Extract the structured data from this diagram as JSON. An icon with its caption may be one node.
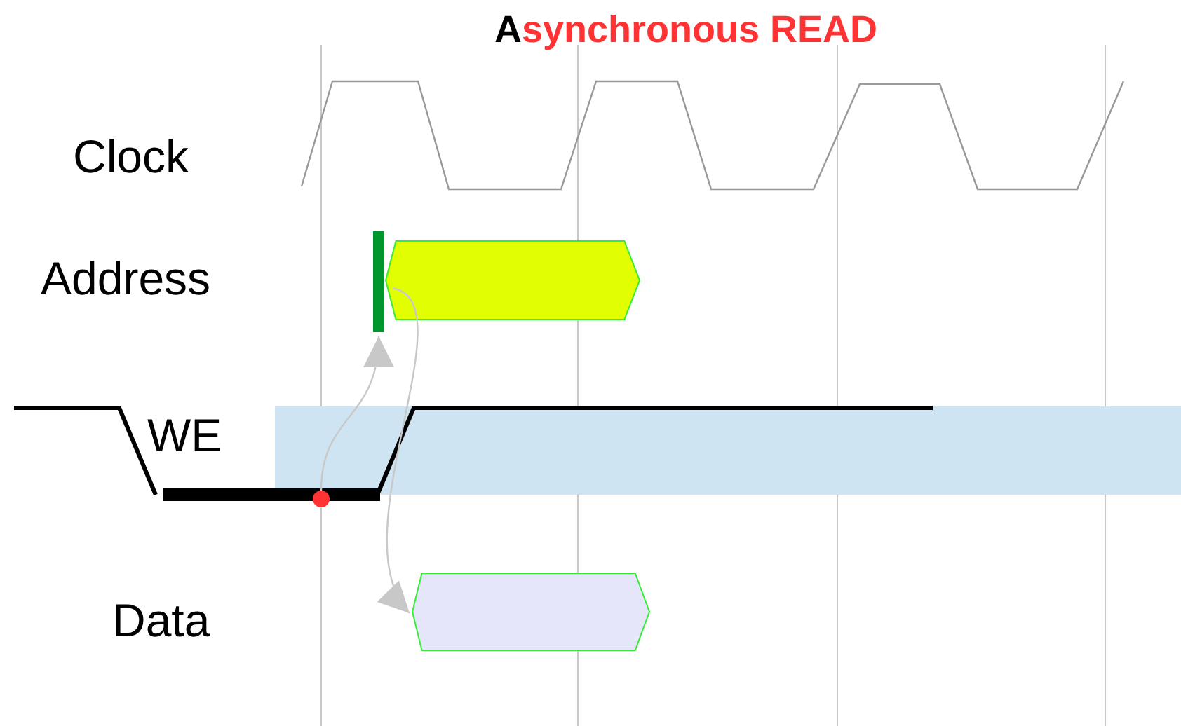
{
  "diagram": {
    "title": "Asynchronous READ",
    "nodes": [
      {
        "text": [],
        "shape": "bar"
      },
      {
        "text": [],
        "shape": "hexagon"
      },
      {
        "text": [],
        "shape": "circle"
      },
      {
        "text": [],
        "shape": "hexagon"
      }
    ],
    "edges": [
      {
        "from": 2,
        "to": 0,
        "arrow": "to"
      },
      {
        "from": 1,
        "to": 3,
        "arrow": "to"
      }
    ],
    "labels": [
      "Clock",
      "Address",
      "WE",
      "Data"
    ]
  }
}
